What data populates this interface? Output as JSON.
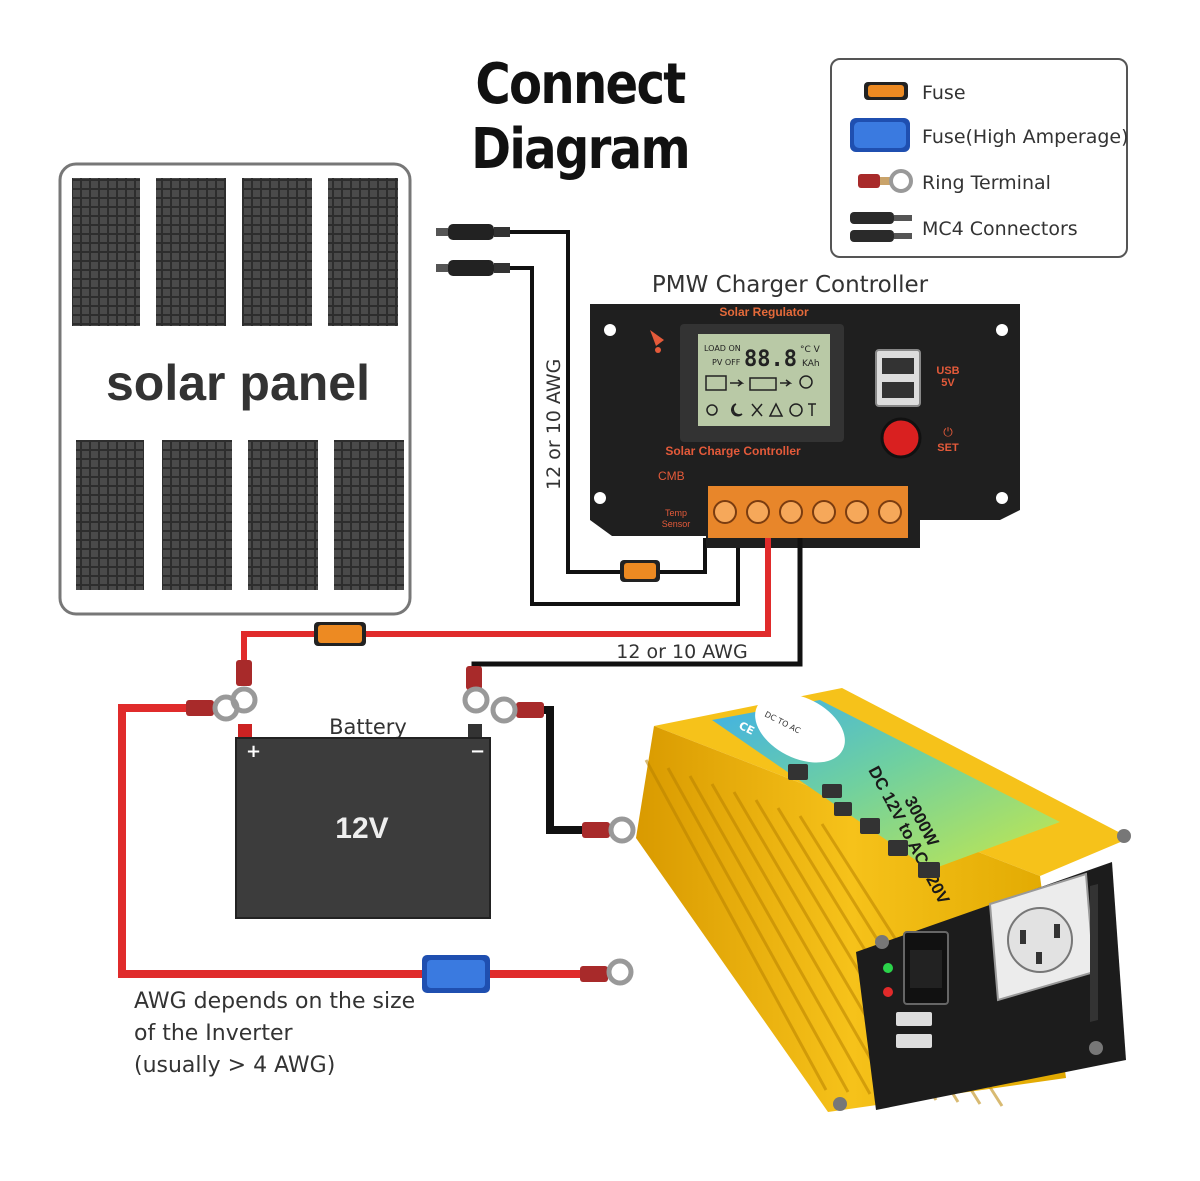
{
  "title": "Connect Diagram",
  "legend": [
    {
      "icon": "fuse-icon",
      "label": "Fuse",
      "color": "#e8801c"
    },
    {
      "icon": "high-amperage-fuse-icon",
      "label": "Fuse(High Amperage)",
      "color": "#2a62c9"
    },
    {
      "icon": "ring-terminal-icon",
      "label": "Ring Terminal",
      "color": "#b02c2c"
    },
    {
      "icon": "mc4-connector-icon",
      "label": "MC4 Connectors",
      "color": "#333333"
    }
  ],
  "solar_panel": {
    "label": "solar panel"
  },
  "controller": {
    "caption": "PMW Charger Controller",
    "regulator_text": "Solar Regulator",
    "lcd_load_on": "LOAD ON",
    "lcd_pv_off": "PV OFF",
    "lcd_digits": "88.8",
    "lcd_units_top": "°C V",
    "lcd_units_bottom": "KAh",
    "name_text": "Solar Charge Controller",
    "cmb_text": "CMB",
    "temp_text": "Temp",
    "sensor_text": "Sensor",
    "usb_text": "USB",
    "usb_volt": "5V",
    "set_text": "SET",
    "power_symbol": "⏻"
  },
  "wires": {
    "gauge_vertical": "12 or 10 AWG",
    "gauge_horizontal": "12 or 10 AWG",
    "inverter_note": [
      "AWG depends on the size",
      "of the Inverter",
      "(usually  > 4 AWG)"
    ]
  },
  "battery": {
    "caption": "Battery",
    "voltage": "12V",
    "plus": "+",
    "minus": "−"
  },
  "inverter": {
    "label_line1": "DC 12V to AC 220V",
    "label_line2": "3000W",
    "sticker_text": "DC TO AC",
    "ce_text": "CE"
  },
  "colors": {
    "positive_wire": "#e02b2b",
    "negative_wire": "#111111",
    "inverter_body": "#f2b400",
    "controller_body": "#1e1e1e",
    "lcd": "#b9c9a6",
    "terminal_block": "#e8862a"
  }
}
